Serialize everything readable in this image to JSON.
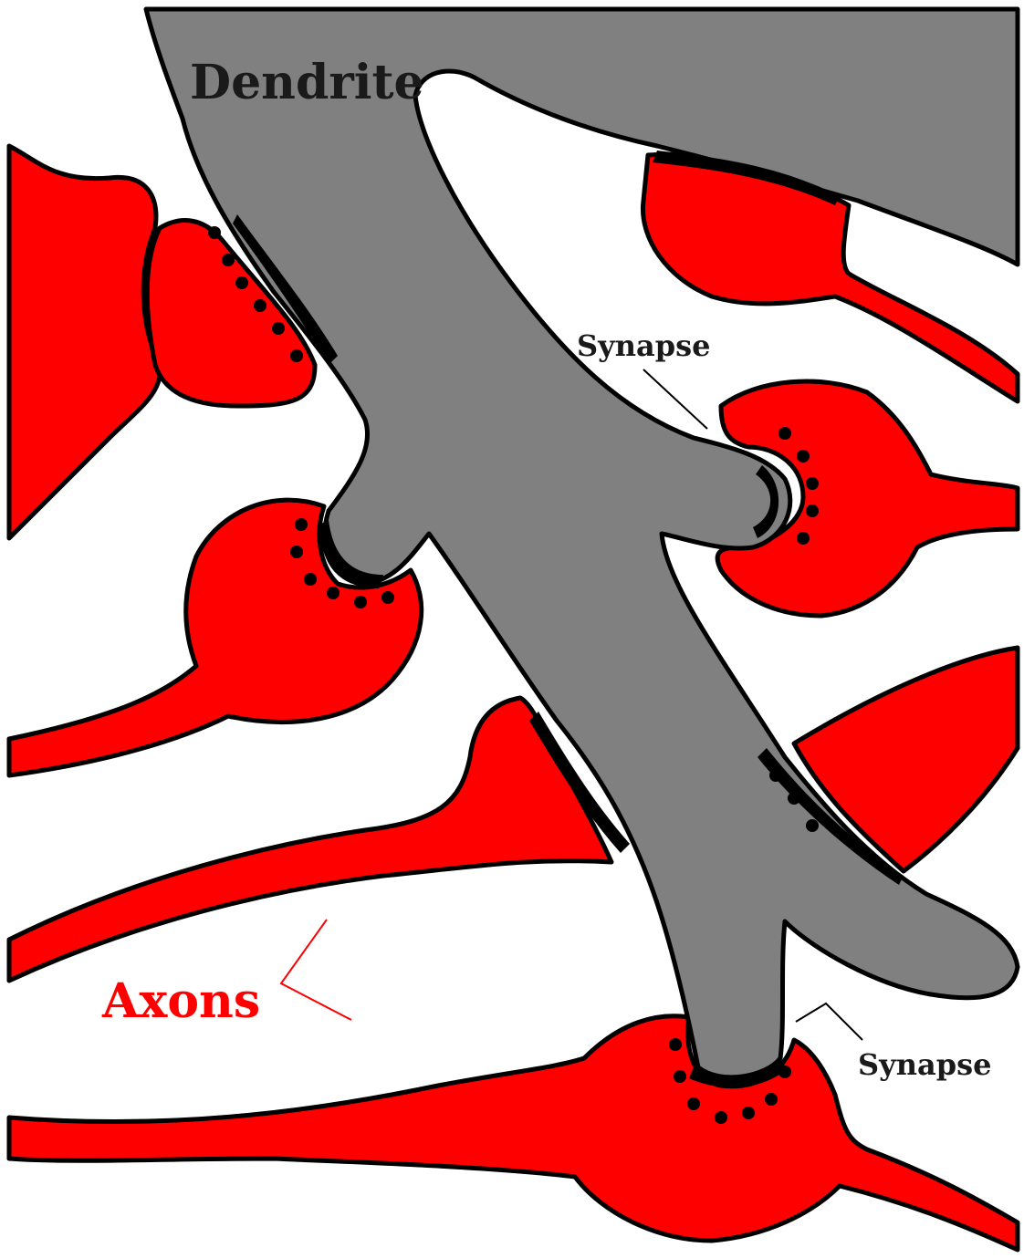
{
  "labels": {
    "dendrite": "Dendrite",
    "synapse_top": "Synapse",
    "axons": "Axons",
    "synapse_bottom": "Synapse"
  },
  "colors": {
    "dendrite_fill": "#808080",
    "axon_fill": "#ff0000",
    "outline": "#000000",
    "background": "#ffffff",
    "label_dark": "#1a1a1a",
    "label_red": "#ff0000"
  }
}
